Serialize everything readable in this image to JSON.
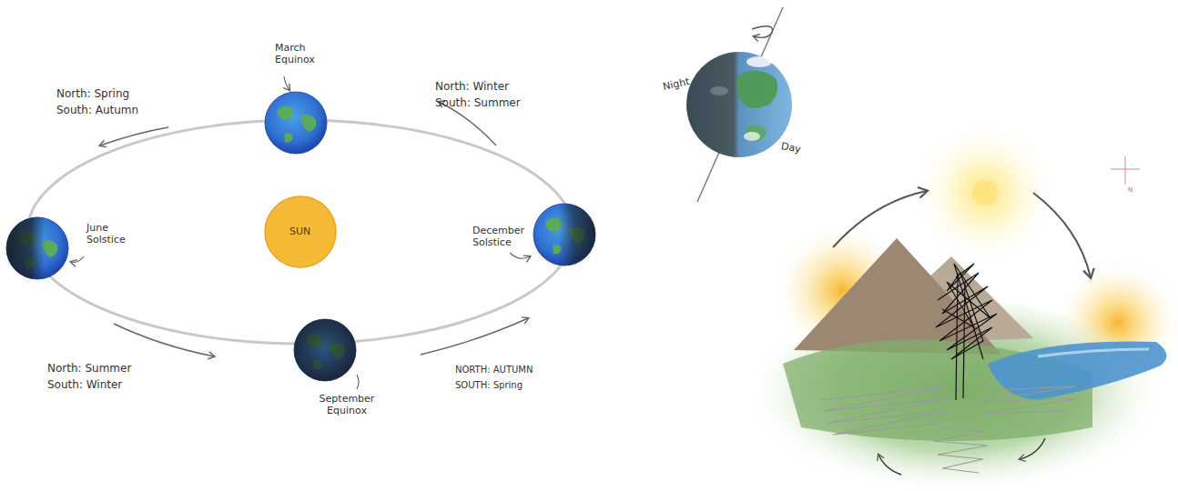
{
  "diagram": {
    "nodes": [
      {
        "text": [
          "March Equinox"
        ]
      },
      {
        "text": [
          "June Solstice"
        ]
      },
      {
        "text": [
          "December Solstice"
        ]
      },
      {
        "text": [
          "September Equinox"
        ]
      },
      {
        "text": [
          "SUN"
        ]
      }
    ],
    "labels": [
      "North: Spring",
      "South: Autumn",
      "North: Winter",
      "South: Summer",
      "North: Summer",
      "South: Winter",
      "NORTH: AUTUMN",
      "SOUTH: Spring",
      "Night",
      "Day",
      "N"
    ]
  }
}
